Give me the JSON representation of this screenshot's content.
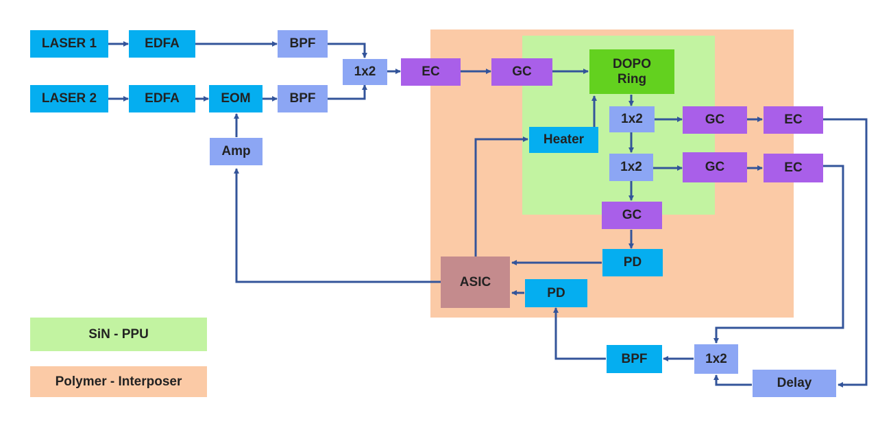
{
  "blocks": {
    "laser1": "LASER 1",
    "laser2": "LASER 2",
    "edfa1": "EDFA",
    "edfa2": "EDFA",
    "eom": "EOM",
    "bpf1": "BPF",
    "bpf2": "BPF",
    "amp": "Amp",
    "splitter_in": "1x2",
    "ec_in": "EC",
    "gc_in": "GC",
    "dopo_line1": "DOPO",
    "dopo_line2": "Ring",
    "heater": "Heater",
    "splitter_a": "1x2",
    "splitter_b": "1x2",
    "gc_a": "GC",
    "gc_b": "GC",
    "ec_a": "EC",
    "ec_b": "EC",
    "gc_down": "GC",
    "pd_top": "PD",
    "pd_bottom": "PD",
    "asic": "ASIC",
    "bpf_out": "BPF",
    "splitter_out": "1x2",
    "delay": "Delay"
  },
  "legend": {
    "sin_ppu": "SiN - PPU",
    "polymer_interposer": "Polymer - Interposer"
  },
  "colors": {
    "source_blocks": "#05aef0",
    "filter_blocks": "#8ca6f4",
    "coupler_blocks": "#a95fe9",
    "dopo_ring": "#63d11f",
    "asic": "#c48b8d",
    "sin_region": "#c2f3a1",
    "polymer_region": "#fbcaa6",
    "wires": "#33549a"
  }
}
